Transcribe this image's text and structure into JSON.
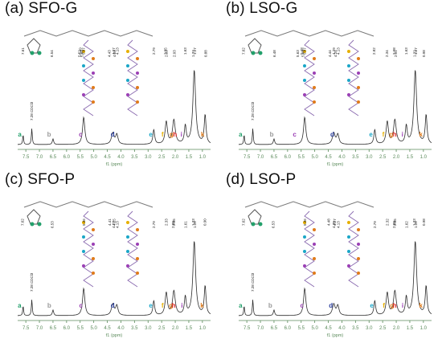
{
  "figure": {
    "panels": [
      {
        "id": "a",
        "label": "(a) SFO-G",
        "solvent_label": "7.28 CDCl3",
        "axis_label": "f1 (ppm)",
        "ticks": [
          "7.5",
          "7.0",
          "6.5",
          "6.0",
          "5.5",
          "5.0",
          "4.5",
          "4.0",
          "3.5",
          "3.0",
          "2.5",
          "2.0",
          "1.5",
          "1.0"
        ],
        "peak_labels": [
          {
            "text": "7.61",
            "ppm": 7.61
          },
          {
            "text": "6.54",
            "ppm": 6.54
          },
          {
            "text": "5.37",
            "ppm": 5.37
          },
          {
            "text": "5.43",
            "ppm": 5.43
          },
          {
            "text": "5.49",
            "ppm": 5.49
          },
          {
            "text": "5.52",
            "ppm": 5.52
          },
          {
            "text": "4.13",
            "ppm": 4.13
          },
          {
            "text": "4.23",
            "ppm": 4.23
          },
          {
            "text": "4.27",
            "ppm": 4.27
          },
          {
            "text": "4.43",
            "ppm": 4.43
          },
          {
            "text": "2.79",
            "ppm": 2.79
          },
          {
            "text": "2.33",
            "ppm": 2.33
          },
          {
            "text": "2.35",
            "ppm": 2.35
          },
          {
            "text": "2.03",
            "ppm": 2.03
          },
          {
            "text": "1.63",
            "ppm": 1.63
          },
          {
            "text": "1.33",
            "ppm": 1.33
          },
          {
            "text": "1.27",
            "ppm": 1.27
          },
          {
            "text": "0.88",
            "ppm": 0.88
          }
        ],
        "assignments": [
          {
            "text": "a",
            "color": "#22a06b",
            "ppm": 7.61
          },
          {
            "text": "b",
            "color": "#999999",
            "ppm": 6.54
          },
          {
            "text": "c",
            "color": "#9b3fb5",
            "ppm": 5.37
          },
          {
            "text": "d",
            "color": "#2b3f9e",
            "ppm": 4.2
          },
          {
            "text": "e",
            "color": "#1aa6c7",
            "ppm": 2.79
          },
          {
            "text": "f",
            "color": "#e7b000",
            "ppm": 2.33
          },
          {
            "text": "g",
            "color": "#e07b1a",
            "ppm": 2.03
          },
          {
            "text": "h",
            "color": "#d92626",
            "ppm": 1.9
          },
          {
            "text": "i",
            "color": "#9b3fb5",
            "ppm": 1.63
          },
          {
            "text": "k",
            "color": "#e07b1a",
            "ppm": 0.88
          }
        ]
      },
      {
        "id": "b",
        "label": "(b) LSO-G",
        "solvent_label": "7.28 CDCl3",
        "axis_label": "f1 (ppm)",
        "ticks": [
          "7.5",
          "7.0",
          "6.5",
          "6.0",
          "5.5",
          "5.0",
          "4.5",
          "4.0",
          "3.5",
          "3.0",
          "2.5",
          "2.0",
          "1.5",
          "1.0"
        ],
        "peak_labels": [
          {
            "text": "7.62",
            "ppm": 7.62
          },
          {
            "text": "6.48",
            "ppm": 6.48
          },
          {
            "text": "5.37",
            "ppm": 5.37
          },
          {
            "text": "5.43",
            "ppm": 5.43
          },
          {
            "text": "5.48",
            "ppm": 5.48
          },
          {
            "text": "5.63",
            "ppm": 5.63
          },
          {
            "text": "4.13",
            "ppm": 4.13
          },
          {
            "text": "4.24",
            "ppm": 4.24
          },
          {
            "text": "4.29",
            "ppm": 4.29
          },
          {
            "text": "4.44",
            "ppm": 4.44
          },
          {
            "text": "2.82",
            "ppm": 2.82
          },
          {
            "text": "2.34",
            "ppm": 2.34
          },
          {
            "text": "2.08",
            "ppm": 2.08
          },
          {
            "text": "2.01",
            "ppm": 2.01
          },
          {
            "text": "1.63",
            "ppm": 1.63
          },
          {
            "text": "1.32",
            "ppm": 1.32
          },
          {
            "text": "1.27",
            "ppm": 1.27
          },
          {
            "text": "0.98",
            "ppm": 0.98
          }
        ],
        "assignments": [
          {
            "text": "a",
            "color": "#22a06b",
            "ppm": 7.62
          },
          {
            "text": "b",
            "color": "#999999",
            "ppm": 6.48
          },
          {
            "text": "c",
            "color": "#9b3fb5",
            "ppm": 5.63
          },
          {
            "text": "d",
            "color": "#2b3f9e",
            "ppm": 4.25
          },
          {
            "text": "e",
            "color": "#1aa6c7",
            "ppm": 2.82
          },
          {
            "text": "f",
            "color": "#e7b000",
            "ppm": 2.34
          },
          {
            "text": "g",
            "color": "#e07b1a",
            "ppm": 2.08
          },
          {
            "text": "h",
            "color": "#d92626",
            "ppm": 1.95
          },
          {
            "text": "i",
            "color": "#9b3fb5",
            "ppm": 1.63
          },
          {
            "text": "k",
            "color": "#e07b1a",
            "ppm": 0.98
          }
        ]
      },
      {
        "id": "c",
        "label": "(c) SFO-P",
        "solvent_label": "7.28 CDCl3",
        "axis_label": "f1 (ppm)",
        "ticks": [
          "7.5",
          "7.0",
          "6.5",
          "6.0",
          "5.5",
          "5.0",
          "4.5",
          "4.0",
          "3.5",
          "3.0",
          "2.5",
          "2.0",
          "1.5",
          "1.0"
        ],
        "peak_labels": [
          {
            "text": "7.62",
            "ppm": 7.62
          },
          {
            "text": "6.53",
            "ppm": 6.53
          },
          {
            "text": "5.36",
            "ppm": 5.36
          },
          {
            "text": "4.13",
            "ppm": 4.13
          },
          {
            "text": "4.25",
            "ppm": 4.25
          },
          {
            "text": "4.27",
            "ppm": 4.27
          },
          {
            "text": "4.41",
            "ppm": 4.41
          },
          {
            "text": "2.79",
            "ppm": 2.79
          },
          {
            "text": "2.33",
            "ppm": 2.33
          },
          {
            "text": "2.08",
            "ppm": 2.08
          },
          {
            "text": "2.05",
            "ppm": 2.05
          },
          {
            "text": "1.61",
            "ppm": 1.61
          },
          {
            "text": "1.33",
            "ppm": 1.33
          },
          {
            "text": "1.28",
            "ppm": 1.28
          },
          {
            "text": "0.90",
            "ppm": 0.9
          }
        ],
        "assignments": [
          {
            "text": "a",
            "color": "#22a06b",
            "ppm": 7.62
          },
          {
            "text": "b",
            "color": "#999999",
            "ppm": 6.53
          },
          {
            "text": "c",
            "color": "#9b3fb5",
            "ppm": 5.36
          },
          {
            "text": "d",
            "color": "#2b3f9e",
            "ppm": 4.2
          },
          {
            "text": "e",
            "color": "#1aa6c7",
            "ppm": 2.79
          },
          {
            "text": "f",
            "color": "#e7b000",
            "ppm": 2.33
          },
          {
            "text": "g",
            "color": "#e07b1a",
            "ppm": 2.05
          },
          {
            "text": "h",
            "color": "#d92626",
            "ppm": 1.95
          },
          {
            "text": "i",
            "color": "#9b3fb5",
            "ppm": 1.61
          },
          {
            "text": "k",
            "color": "#e07b1a",
            "ppm": 0.9
          }
        ]
      },
      {
        "id": "d",
        "label": "(d) LSO-P",
        "solvent_label": "7.28 CDCl3",
        "axis_label": "f1 (ppm)",
        "ticks": [
          "7.5",
          "7.0",
          "6.5",
          "6.0",
          "5.5",
          "5.0",
          "4.5",
          "4.0",
          "3.5",
          "3.0",
          "2.5",
          "2.0",
          "1.5",
          "1.0"
        ],
        "peak_labels": [
          {
            "text": "7.62",
            "ppm": 7.62
          },
          {
            "text": "6.53",
            "ppm": 6.53
          },
          {
            "text": "5.36",
            "ppm": 5.36
          },
          {
            "text": "4.13",
            "ppm": 4.13
          },
          {
            "text": "4.27",
            "ppm": 4.27
          },
          {
            "text": "4.30",
            "ppm": 4.3
          },
          {
            "text": "4.48",
            "ppm": 4.48
          },
          {
            "text": "2.79",
            "ppm": 2.79
          },
          {
            "text": "2.32",
            "ppm": 2.32
          },
          {
            "text": "2.08",
            "ppm": 2.08
          },
          {
            "text": "2.05",
            "ppm": 2.05
          },
          {
            "text": "1.62",
            "ppm": 1.62
          },
          {
            "text": "1.33",
            "ppm": 1.33
          },
          {
            "text": "1.28",
            "ppm": 1.28
          },
          {
            "text": "0.98",
            "ppm": 0.98
          }
        ],
        "assignments": [
          {
            "text": "a",
            "color": "#22a06b",
            "ppm": 7.62
          },
          {
            "text": "b",
            "color": "#999999",
            "ppm": 6.53
          },
          {
            "text": "c",
            "color": "#9b3fb5",
            "ppm": 5.36
          },
          {
            "text": "d",
            "color": "#2b3f9e",
            "ppm": 4.3
          },
          {
            "text": "e",
            "color": "#1aa6c7",
            "ppm": 2.79
          },
          {
            "text": "f",
            "color": "#e7b000",
            "ppm": 2.32
          },
          {
            "text": "g",
            "color": "#e07b1a",
            "ppm": 2.05
          },
          {
            "text": "h",
            "color": "#d92626",
            "ppm": 1.95
          },
          {
            "text": "i",
            "color": "#9b3fb5",
            "ppm": 1.62
          },
          {
            "text": "k",
            "color": "#e07b1a",
            "ppm": 0.98
          }
        ]
      }
    ],
    "colors": {
      "spectrum": "#2d2d2d",
      "axis": "#5a8a5a",
      "label": "#222222"
    }
  }
}
